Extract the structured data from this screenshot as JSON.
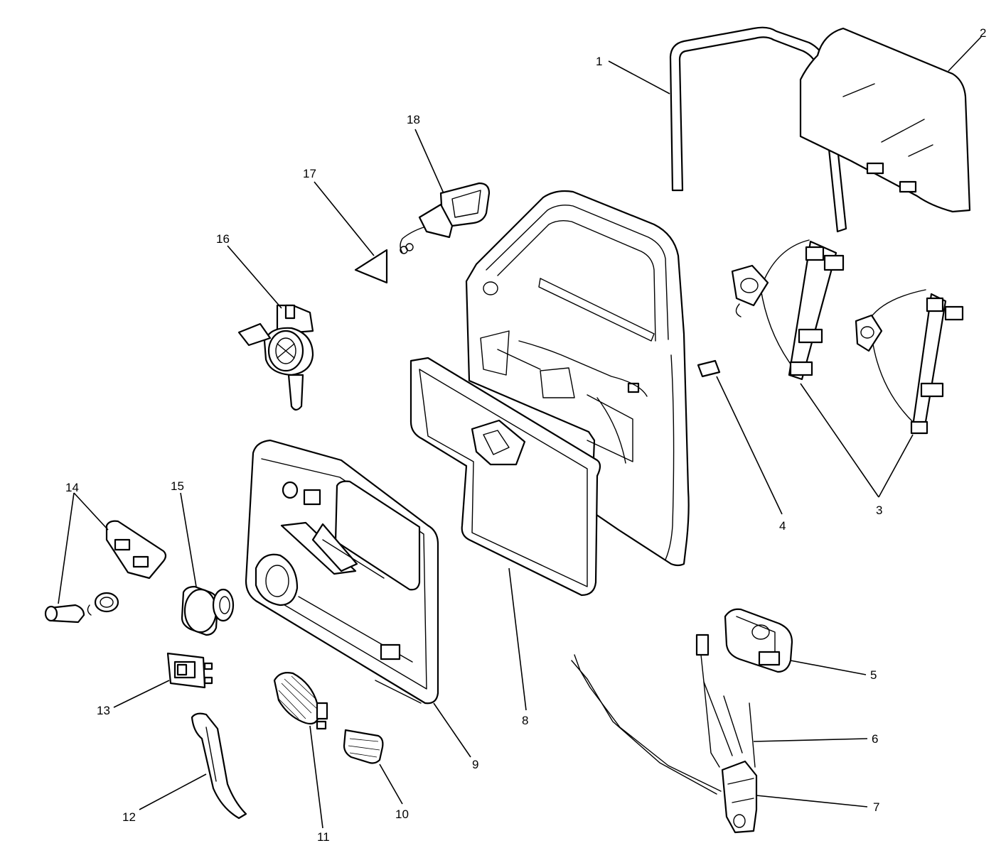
{
  "callouts": [
    {
      "id": "1",
      "label": "1"
    },
    {
      "id": "2",
      "label": "2"
    },
    {
      "id": "3",
      "label": "3"
    },
    {
      "id": "4",
      "label": "4"
    },
    {
      "id": "5",
      "label": "5"
    },
    {
      "id": "6",
      "label": "6"
    },
    {
      "id": "7",
      "label": "7"
    },
    {
      "id": "8",
      "label": "8"
    },
    {
      "id": "9",
      "label": "9"
    },
    {
      "id": "10",
      "label": "10"
    },
    {
      "id": "11",
      "label": "11"
    },
    {
      "id": "12",
      "label": "12"
    },
    {
      "id": "13",
      "label": "13"
    },
    {
      "id": "14",
      "label": "14"
    },
    {
      "id": "15",
      "label": "15"
    },
    {
      "id": "16",
      "label": "16"
    },
    {
      "id": "17",
      "label": "17"
    },
    {
      "id": "18",
      "label": "18"
    }
  ],
  "colors": {
    "line": "#000000",
    "background": "#ffffff"
  }
}
